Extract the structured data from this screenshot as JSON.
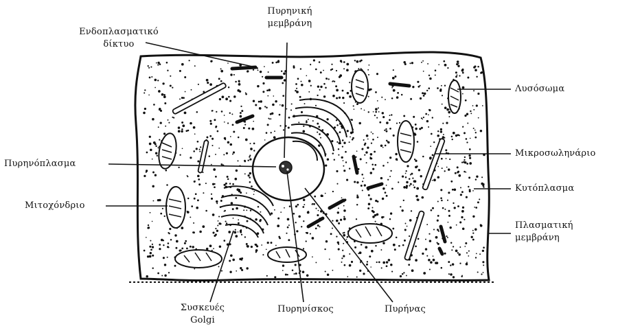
{
  "labels": {
    "er": [
      "Ενδοπλασματικό",
      "δίκτυο"
    ],
    "nuclear_membrane": [
      "Πυρηνική",
      "μεμβράνη"
    ],
    "lysosome": "Λυσόσωμα",
    "nucleoplasm": "Πυρηνόπλασμα",
    "microtubule": "Μικροσωληνάριο",
    "cytoplasm": "Κυτόπλασμα",
    "mitochondrion": "Μιτοχόνδριο",
    "plasma_membrane": [
      "Πλασματική",
      "μεμβράνη"
    ],
    "golgi": [
      "Συσκευές",
      "Golgi"
    ],
    "nucleolus": "Πυρηνίσκος",
    "nucleus": "Πυρήνας"
  },
  "colors": {
    "ink": "#111111",
    "background": "#ffffff"
  }
}
